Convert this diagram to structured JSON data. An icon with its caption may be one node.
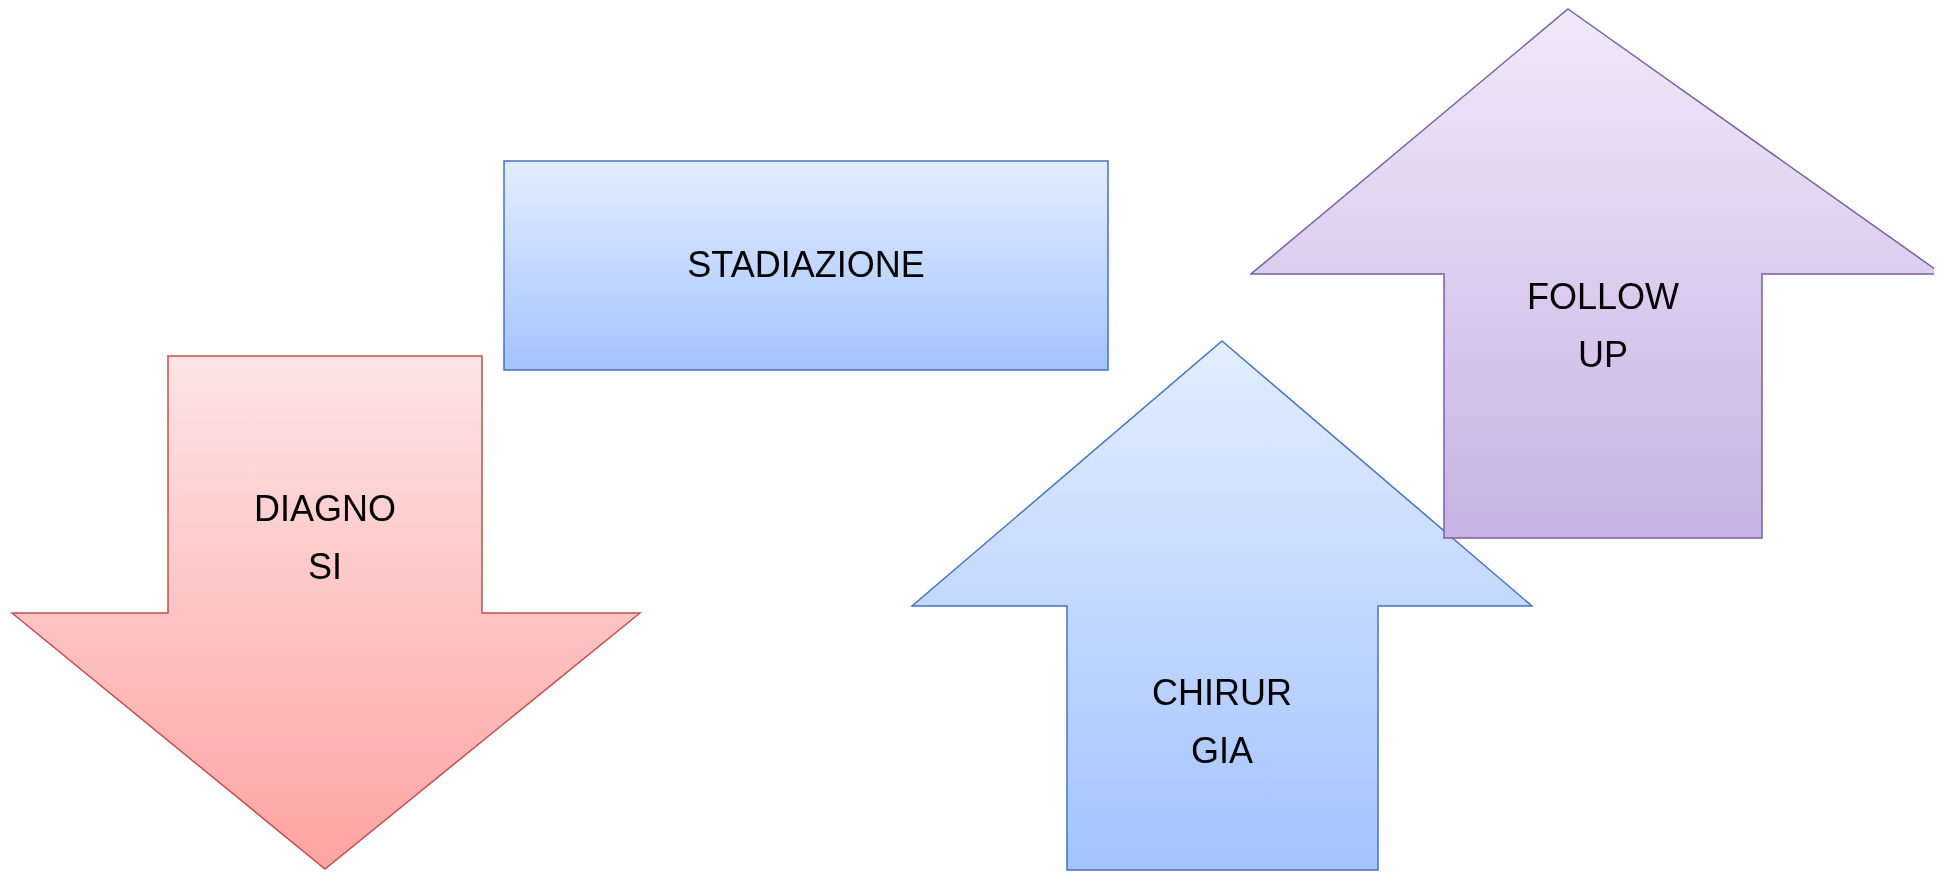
{
  "diagram": {
    "nodes": [
      {
        "text": [
          "STADIAZIONE"
        ]
      },
      {
        "text": [
          "DIAGNO SI"
        ]
      },
      {
        "text": [
          "CHIRUR GIA"
        ]
      },
      {
        "text": [
          "FOLLOW UP"
        ]
      }
    ]
  }
}
